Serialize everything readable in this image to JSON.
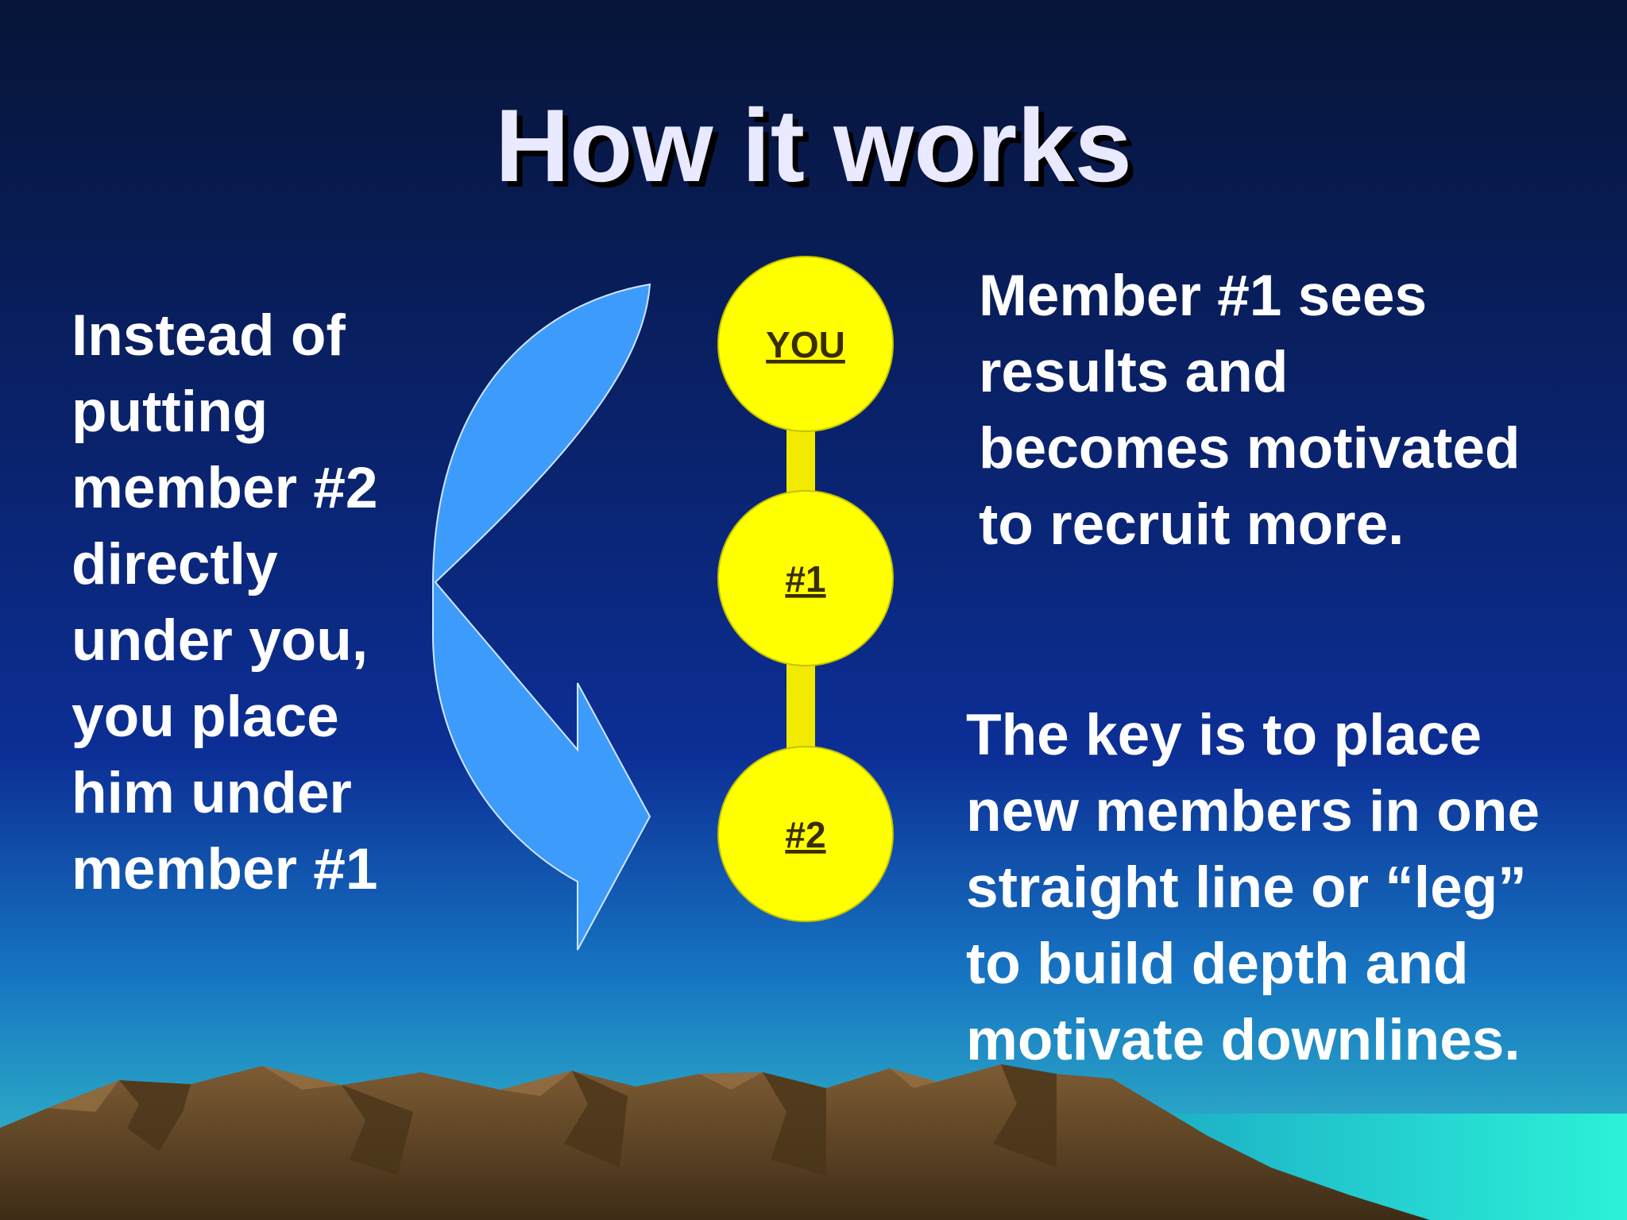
{
  "title": "How it works",
  "left_text": {
    "lines": [
      "Instead of",
      "putting",
      "member #2",
      "directly",
      "under you,",
      "you place",
      "him under",
      "member #1"
    ]
  },
  "right_top_text": {
    "lines": [
      "Member #1 sees",
      "results and",
      "becomes motivated",
      "to recruit more."
    ]
  },
  "right_bottom_text": {
    "lines": [
      "The key is to place",
      "new members in one",
      "straight line or “leg”",
      "to build depth and",
      "motivate downlines."
    ]
  },
  "nodes": [
    {
      "label": "YOU"
    },
    {
      "label": "#1"
    },
    {
      "label": "#2"
    }
  ],
  "colors": {
    "node_fill": "#ffff00",
    "connector": "#f2ea00",
    "arrow_fill": "#3d9cfb",
    "title": "#e9e9ff",
    "text": "#ffffff"
  }
}
